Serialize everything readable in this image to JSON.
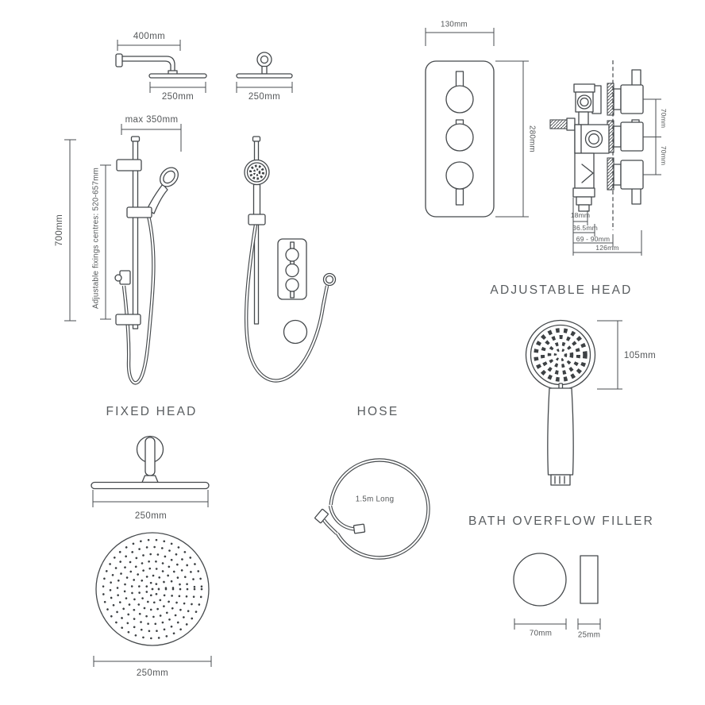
{
  "meta": {
    "line_color": "#45494c",
    "text_color": "#55585a",
    "background": "#ffffff"
  },
  "labels": {
    "wall_arm_length": "400mm",
    "wall_arm_head_width": "250mm",
    "ceiling_head_width": "250mm",
    "rail_max_width": "max 350mm",
    "rail_height": "700mm",
    "rail_fixings": "Adjustable fixings centres: 520-657mm",
    "valve_width": "130mm",
    "valve_height": "280mm",
    "valve_spacing_upper": "70mm",
    "valve_spacing_lower": "70mm",
    "valve_depth_nut": "18mm",
    "valve_depth_body": "36.5mm",
    "valve_depth_range": "69 - 90mm",
    "valve_depth_total": "126mm",
    "adjustable_head_title": "ADJUSTABLE HEAD",
    "adjustable_head_diameter": "105mm",
    "fixed_head_title": "FIXED HEAD",
    "fixed_head_side_width": "250mm",
    "fixed_head_top_width": "250mm",
    "hose_title": "HOSE",
    "hose_length": "1.5m Long",
    "overflow_title": "BATH OVERFLOW FILLER",
    "overflow_diameter": "70mm",
    "overflow_depth": "25mm"
  }
}
